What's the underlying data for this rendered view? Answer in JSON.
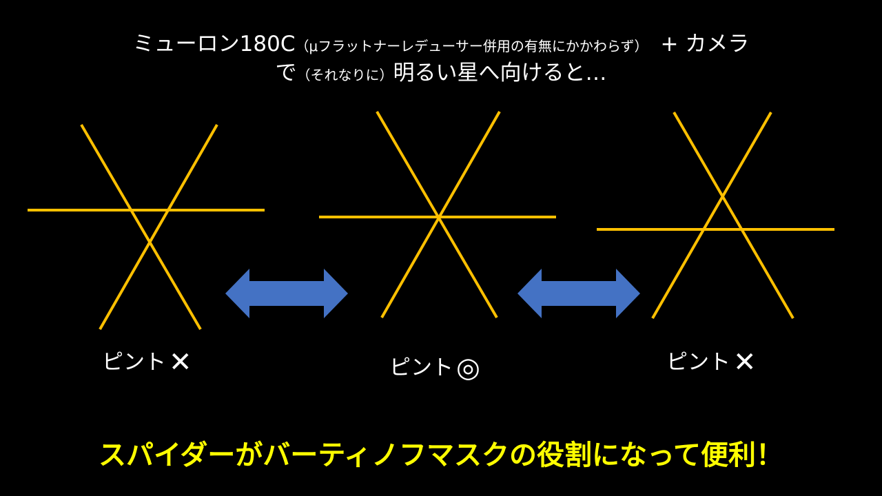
{
  "title": {
    "line1_main": "ミューロン180C",
    "line1_note": "（μフラットナーレデューサー併用の有無にかかわらず）",
    "line1_tail": "+ カメラ",
    "line2_prefix": "で",
    "line2_note": "（それなりに）",
    "line2_main": "明るい星へ向けると…"
  },
  "labels": {
    "left": "ピント",
    "left_mark": "✕",
    "center": "ピント",
    "center_mark": "◎",
    "right": "ピント",
    "right_mark": "✕"
  },
  "conclusion": "スパイダーがバーティノフマスクの役割になって便利！",
  "colors": {
    "background": "#000000",
    "spike": "#ffc000",
    "arrow": "#4472c4",
    "text": "#ffffff",
    "conclusion": "#ffff00"
  },
  "icons": [
    "double-arrow-icon",
    "cross-mark-icon",
    "double-circle-icon"
  ]
}
